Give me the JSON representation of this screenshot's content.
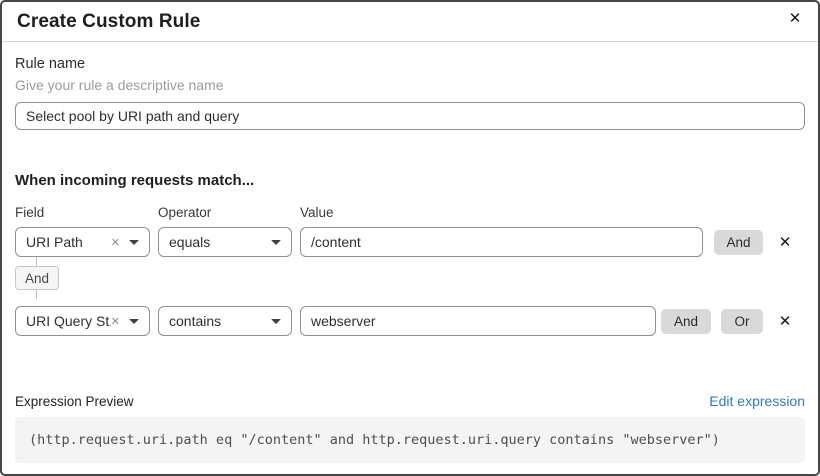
{
  "modal": {
    "title": "Create Custom Rule"
  },
  "icons": {
    "close": "✕",
    "clear": "✕",
    "remove": "✕"
  },
  "rule_name": {
    "label": "Rule name",
    "helper": "Give your rule a descriptive name",
    "value": "Select pool by URI path and query"
  },
  "match": {
    "heading": "When incoming requests match...",
    "columns": {
      "field": "Field",
      "operator": "Operator",
      "value": "Value"
    },
    "connector_label": "And",
    "rows": [
      {
        "field": "URI Path",
        "operator": "equals",
        "value": "/content",
        "and_label": "And"
      },
      {
        "field": "URI Query St...",
        "operator": "contains",
        "value": "webserver",
        "and_label": "And",
        "or_label": "Or"
      }
    ]
  },
  "expression": {
    "label": "Expression Preview",
    "edit_link": "Edit expression",
    "code": "(http.request.uri.path eq \"/content\" and http.request.uri.query contains \"webserver\")"
  },
  "colors": {
    "link_blue": "#2f7bbf",
    "logic_button_gray": "#d9d9d9",
    "code_background": "#f4f4f4",
    "input_border_gray": "#8f8f8f",
    "modal_border": "#464646"
  }
}
